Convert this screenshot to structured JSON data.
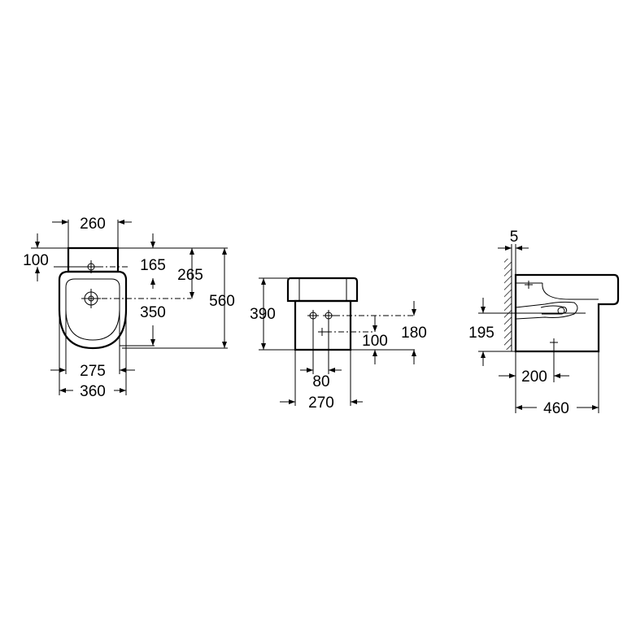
{
  "front_view": {
    "dims": {
      "top_width": "260",
      "tap_offset": "100",
      "tap_to_top": "165",
      "inlet_height": "265",
      "total_depth": "560",
      "bowl_depth": "350",
      "inner_width": "275",
      "outer_width": "360"
    }
  },
  "side_view": {
    "dims": {
      "height": "390",
      "inlet_height": "100",
      "outlet_height": "180",
      "hole_spacing": "80",
      "width": "270"
    }
  },
  "profile_view": {
    "dims": {
      "wall_gap": "5",
      "outlet_height": "195",
      "fix_distance": "200",
      "depth": "460"
    }
  }
}
